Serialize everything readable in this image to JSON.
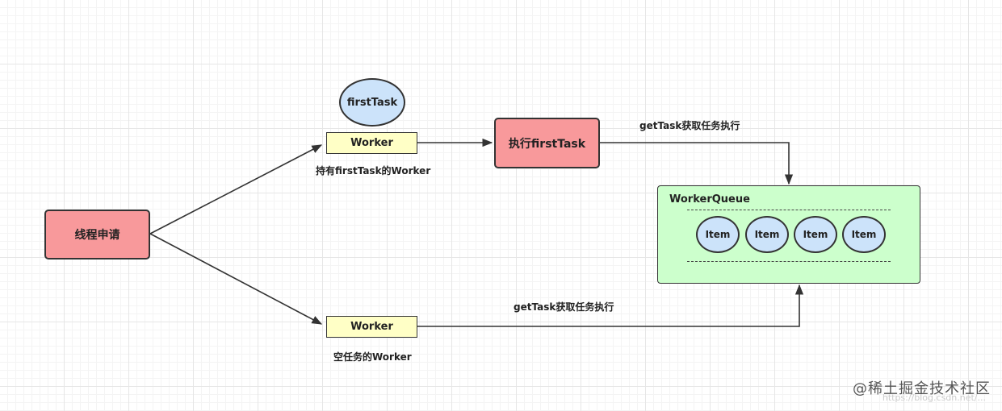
{
  "nodes": {
    "thread_request": "线程申请",
    "worker_top": "Worker",
    "first_task": "firstTask",
    "execute_first_task": "执行firstTask",
    "worker_bottom": "Worker",
    "worker_queue": "WorkerQueue",
    "items": [
      "Item",
      "Item",
      "Item",
      "Item"
    ]
  },
  "labels": {
    "worker_top_caption": "持有firstTask的Worker",
    "worker_bottom_caption": "空任务的Worker",
    "edge_top": "getTask获取任务执行",
    "edge_bottom": "getTask获取任务执行"
  },
  "watermark": {
    "text": "@稀土掘金技术社区",
    "url": "https://blog.csdn.net/..."
  },
  "colors": {
    "red_node": "#f8999b",
    "worker_node": "#ffffc6",
    "circle_node": "#cce3fa",
    "queue_node": "#ccffcc",
    "edge": "#333333"
  }
}
